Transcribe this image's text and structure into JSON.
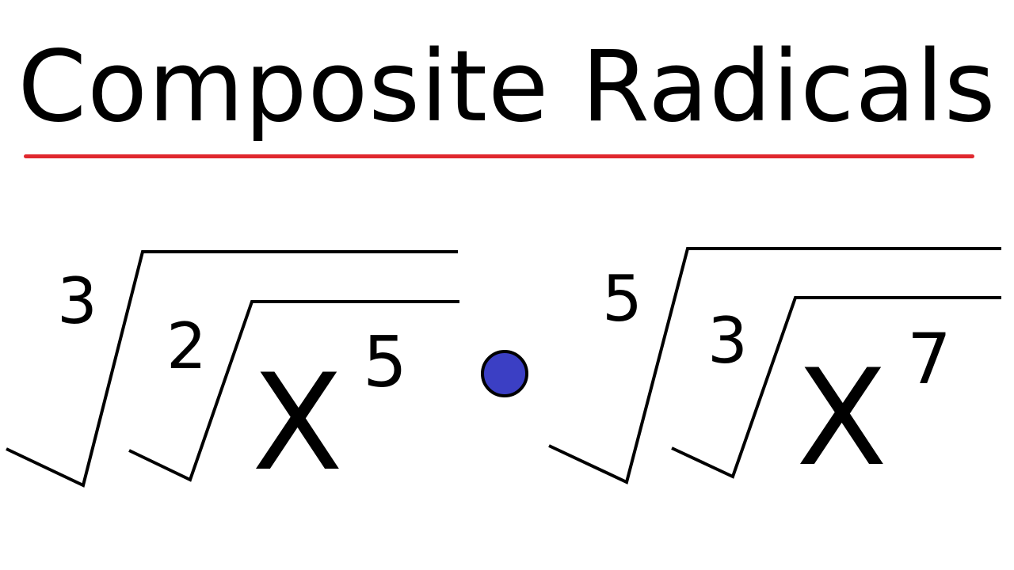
{
  "title": "Composite Radicals",
  "colors": {
    "underline": "#e0282e",
    "dot_fill": "#3b3fc4",
    "ink": "#000000"
  },
  "expression": {
    "left": {
      "outer_index": "3",
      "inner_index": "2",
      "base": "X",
      "exponent": "5"
    },
    "operator": "multiplication-dot",
    "right": {
      "outer_index": "5",
      "inner_index": "3",
      "base": "X",
      "exponent": "7"
    }
  }
}
